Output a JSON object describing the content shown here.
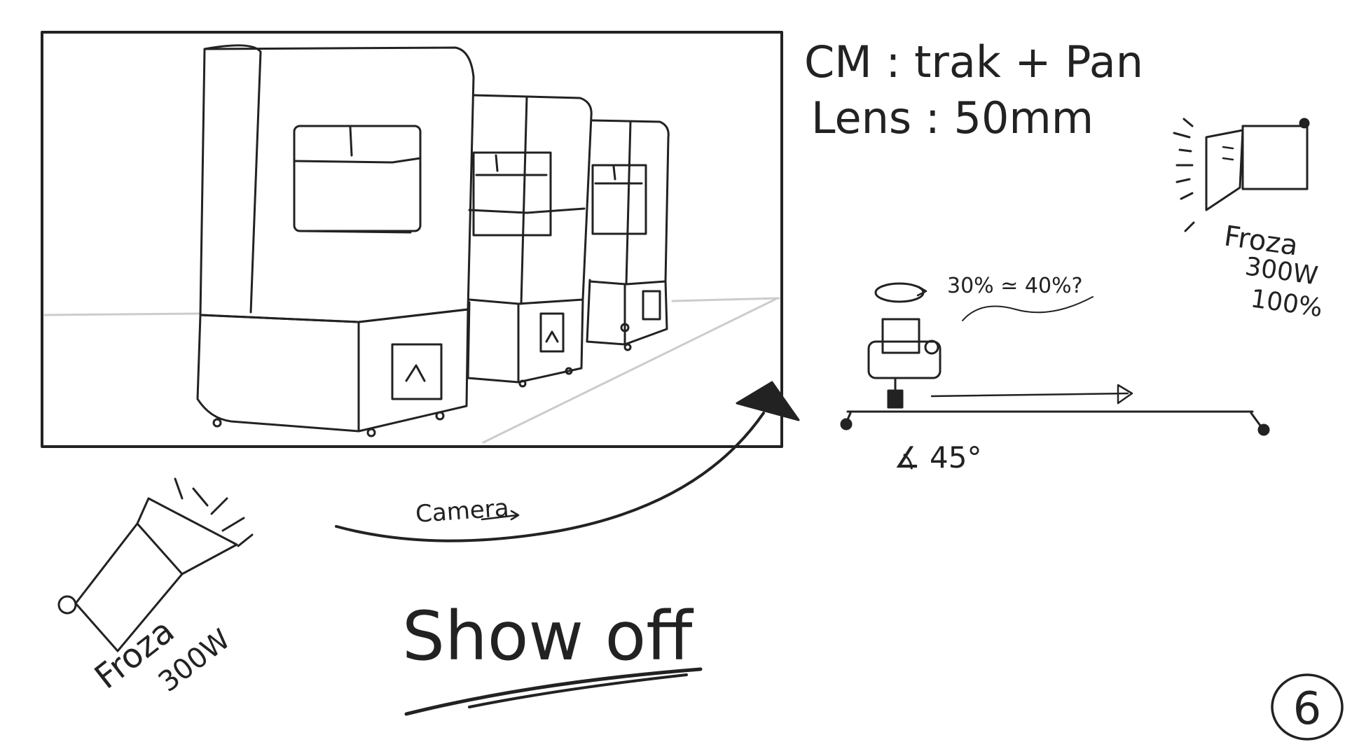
{
  "notes": {
    "camera_move": "CM : trak + Pan",
    "lens": "Lens : 50mm",
    "speed": "30% ≃ 40%?",
    "angle": "∡ 45°"
  },
  "lights": {
    "right": {
      "name": "Froza",
      "power": "300W",
      "level": "100%"
    },
    "left": {
      "name": "Froza",
      "power": "300W"
    }
  },
  "camera_label": "Camera",
  "shot_title": "Show off",
  "panel_number": "6",
  "colors": {
    "ink": "#222222",
    "paper": "#ffffff",
    "floor_line": "#cccccc"
  }
}
